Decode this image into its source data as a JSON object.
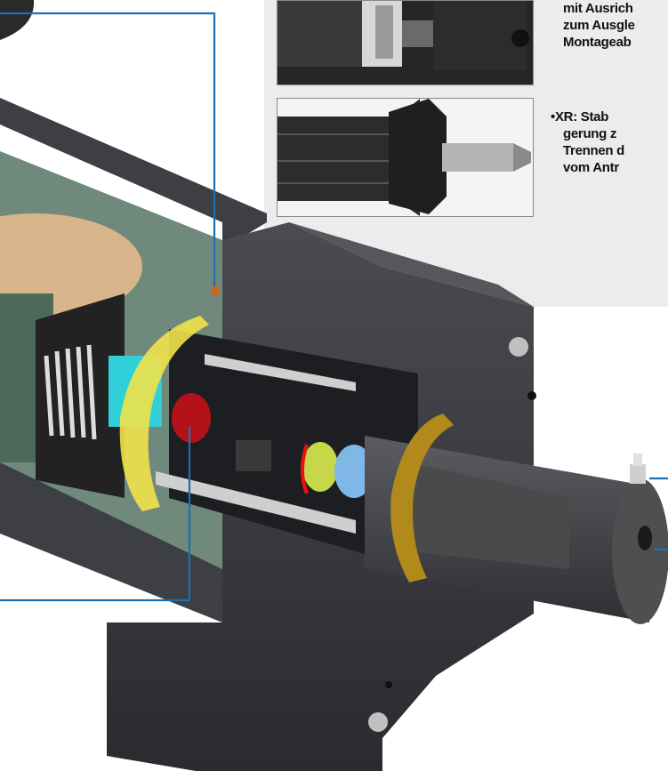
{
  "panel": {
    "text_block_1": [
      "mit Ausrich",
      "zum Ausgle",
      "Montageab"
    ],
    "text_block_2": {
      "bullet": "•",
      "lines": [
        "XR: Stab",
        "gerung z",
        "Trennen d",
        "vom Antr"
      ]
    }
  },
  "colors": {
    "leader_line": "#1a6fb5",
    "panel_bg": "#ececec",
    "body_dark": "#3b3d42",
    "yellow_ring": "#f1e24a",
    "gold_ring": "#b28a1c",
    "cyan_part": "#2fd0d8",
    "red_part": "#b3121a",
    "green_part": "#c6d84a",
    "blue_part": "#7fb8e6",
    "foam": "#4a4a4a"
  }
}
